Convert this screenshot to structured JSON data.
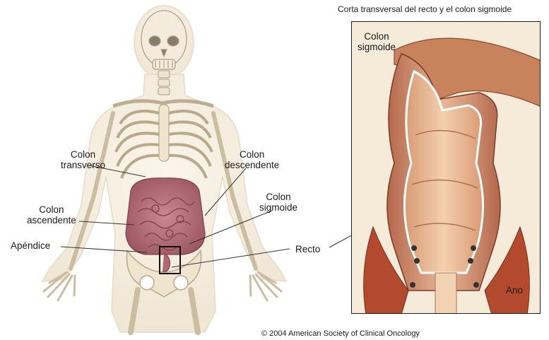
{
  "inset": {
    "title": "Corta transversal del recto y el colon sigmoide",
    "labels": {
      "colon_sigmoide": "Colon\nsigmoide",
      "ano": "Ano"
    }
  },
  "body_labels": {
    "colon_transverso": "Colon\ntransverso",
    "colon_ascendente": "Colon\nascendente",
    "apendice": "Apéndice",
    "colon_descendente": "Colon\ndescendente",
    "colon_sigmoide": "Colon\nsigmoide",
    "recto": "Recto"
  },
  "copyright": "© 2004 American Society of Clinical Oncology"
}
